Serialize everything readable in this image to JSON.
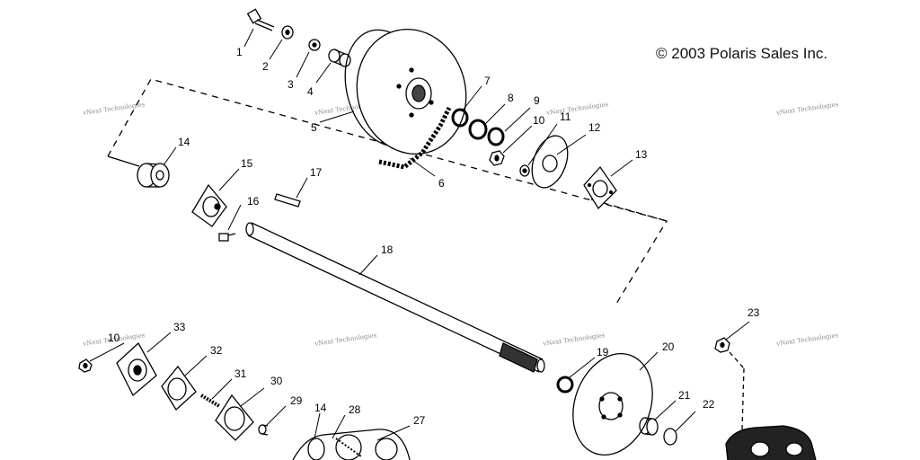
{
  "copyright": "© 2003 Polaris Sales Inc.",
  "watermark": "vNext Technologies",
  "callouts": [
    "1",
    "2",
    "3",
    "4",
    "5",
    "6",
    "7",
    "8",
    "9",
    "10",
    "11",
    "12",
    "13",
    "14",
    "15",
    "16",
    "17",
    "18",
    "10",
    "33",
    "32",
    "31",
    "30",
    "29",
    "14",
    "28",
    "27",
    "19",
    "20",
    "21",
    "22",
    "23"
  ]
}
